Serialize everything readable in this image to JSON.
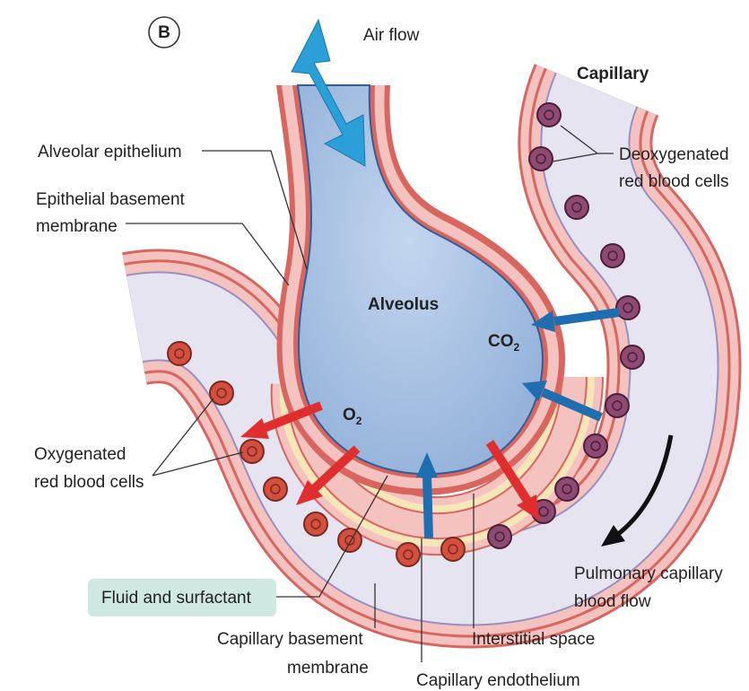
{
  "panel_letter": "B",
  "labels": {
    "air_flow": "Air flow",
    "capillary": "Capillary",
    "alveolar_epithelium": "Alveolar epithelium",
    "epithelial_basement_1": "Epithelial basement",
    "epithelial_basement_2": "membrane",
    "deoxygenated_1": "Deoxygenated",
    "deoxygenated_2": "red blood cells",
    "alveolus": "Alveolus",
    "co2_main": "CO",
    "co2_sub": "2",
    "o2_main": "O",
    "o2_sub": "2",
    "oxygenated_1": "Oxygenated",
    "oxygenated_2": "red blood cells",
    "fluid_surfactant": "Fluid and surfactant",
    "pulmonary_1": "Pulmonary capillary",
    "pulmonary_2": "blood flow",
    "capillary_basement_1": "Capillary basement",
    "capillary_basement_2": "membrane",
    "interstitial_space": "Interstitial space",
    "capillary_endothelium": "Capillary endothelium"
  },
  "colors": {
    "alveolus_fill": "#a9c3e3",
    "alveolus_edge": "#2f5e98",
    "wall_pink": "#f4c2bf",
    "wall_red": "#d9655f",
    "interstitium": "#f7e6b8",
    "capillary_lumen": "#e6e4f1",
    "oxygenated_cell": "#d2503d",
    "deoxygenated_cell": "#8e4a72",
    "o2_arrow": "#e02d2d",
    "co2_arrow": "#1f6fb0",
    "air_arrow": "#2a9fd8",
    "surfactant_box": "#cfe8e2"
  }
}
